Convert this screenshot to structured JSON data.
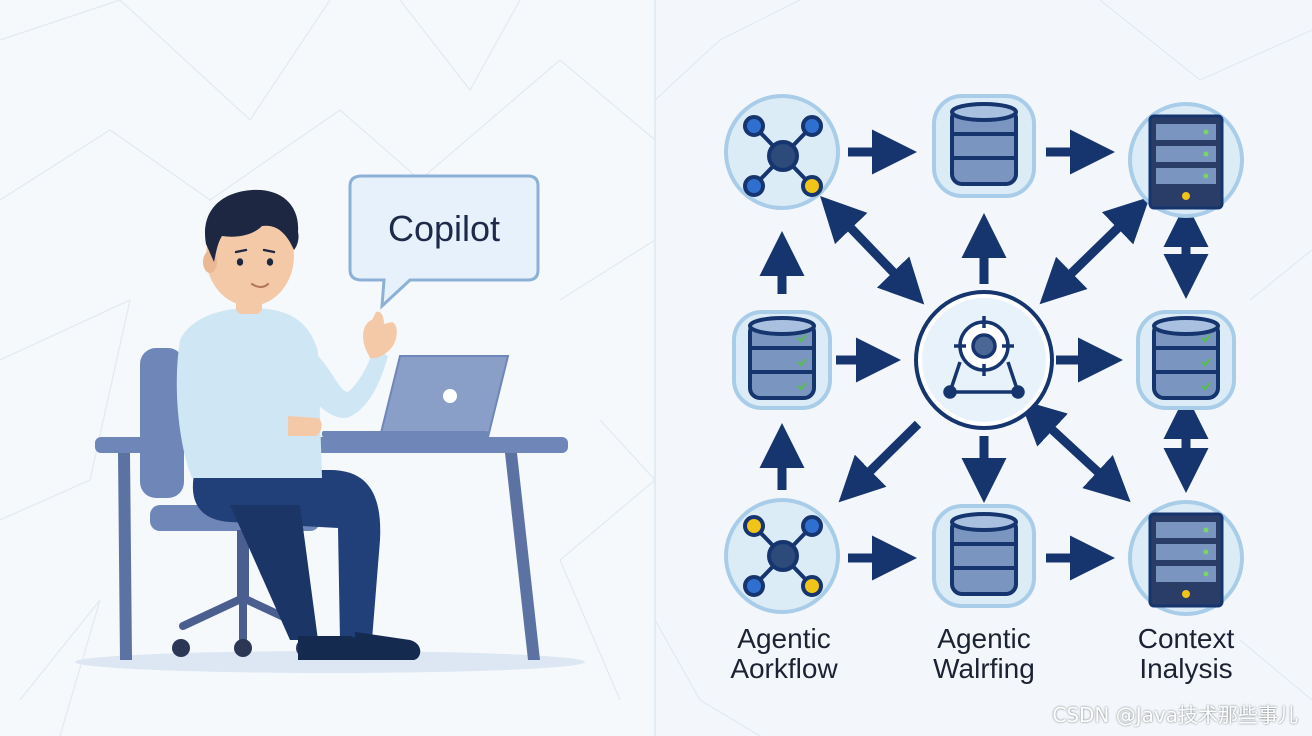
{
  "speech_bubble": {
    "text": "Copilot"
  },
  "diagram": {
    "nodes": [
      {
        "id": "hub-top-left",
        "icon": "network-hub-icon"
      },
      {
        "id": "db-top-center",
        "icon": "database-icon"
      },
      {
        "id": "server-top-right",
        "icon": "server-rack-icon"
      },
      {
        "id": "db-middle-left",
        "icon": "database-icon"
      },
      {
        "id": "target-center",
        "icon": "target-network-icon"
      },
      {
        "id": "db-middle-right",
        "icon": "database-icon"
      },
      {
        "id": "hub-bottom-left",
        "icon": "network-hub-icon"
      },
      {
        "id": "db-bottom-center",
        "icon": "database-icon"
      },
      {
        "id": "server-bottom-right",
        "icon": "server-rack-icon"
      }
    ],
    "labels": {
      "left": {
        "line1": "Agentic",
        "line2": "Aorkflow"
      },
      "center": {
        "line1": "Agentic",
        "line2": "Walrfing"
      },
      "right": {
        "line1": "Context",
        "line2": "Inalysis"
      }
    }
  },
  "watermark": "CSDN @Java技术那些事儿",
  "colors": {
    "navy": "#16356e",
    "node_fill": "#dcecf7",
    "node_ring": "#a9cde8",
    "db_fill": "#7a96c0",
    "shirt": "#cfe7f5",
    "pants": "#21407a",
    "desk": "#6f86b8",
    "background": "#f6f9fc"
  }
}
